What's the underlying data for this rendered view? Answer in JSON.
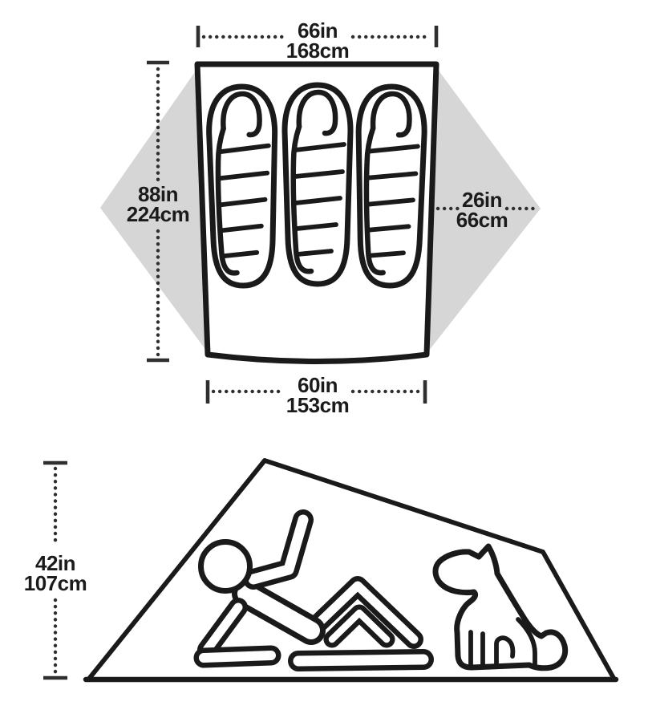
{
  "figure": {
    "type": "tent-dimensions-diagram",
    "views": [
      "floor-plan-top-view",
      "side-profile-view"
    ]
  },
  "floor_plan": {
    "top_width": {
      "inches": "66in",
      "centimeters": "168cm"
    },
    "length": {
      "inches": "88in",
      "centimeters": "224cm"
    },
    "vestibule_depth": {
      "inches": "26in",
      "centimeters": "66cm"
    },
    "bottom_width": {
      "inches": "60in",
      "centimeters": "153cm"
    },
    "sleeping_bags": 3,
    "vestibules": 2
  },
  "side_profile": {
    "peak_height": {
      "inches": "42in",
      "centimeters": "107cm"
    },
    "occupants": [
      "person",
      "dog"
    ]
  },
  "colors": {
    "line": "#1a1a1a",
    "vestibule_fill": "#d6d6d6",
    "dimension_line": "#2f2f2f",
    "background": "#ffffff"
  }
}
